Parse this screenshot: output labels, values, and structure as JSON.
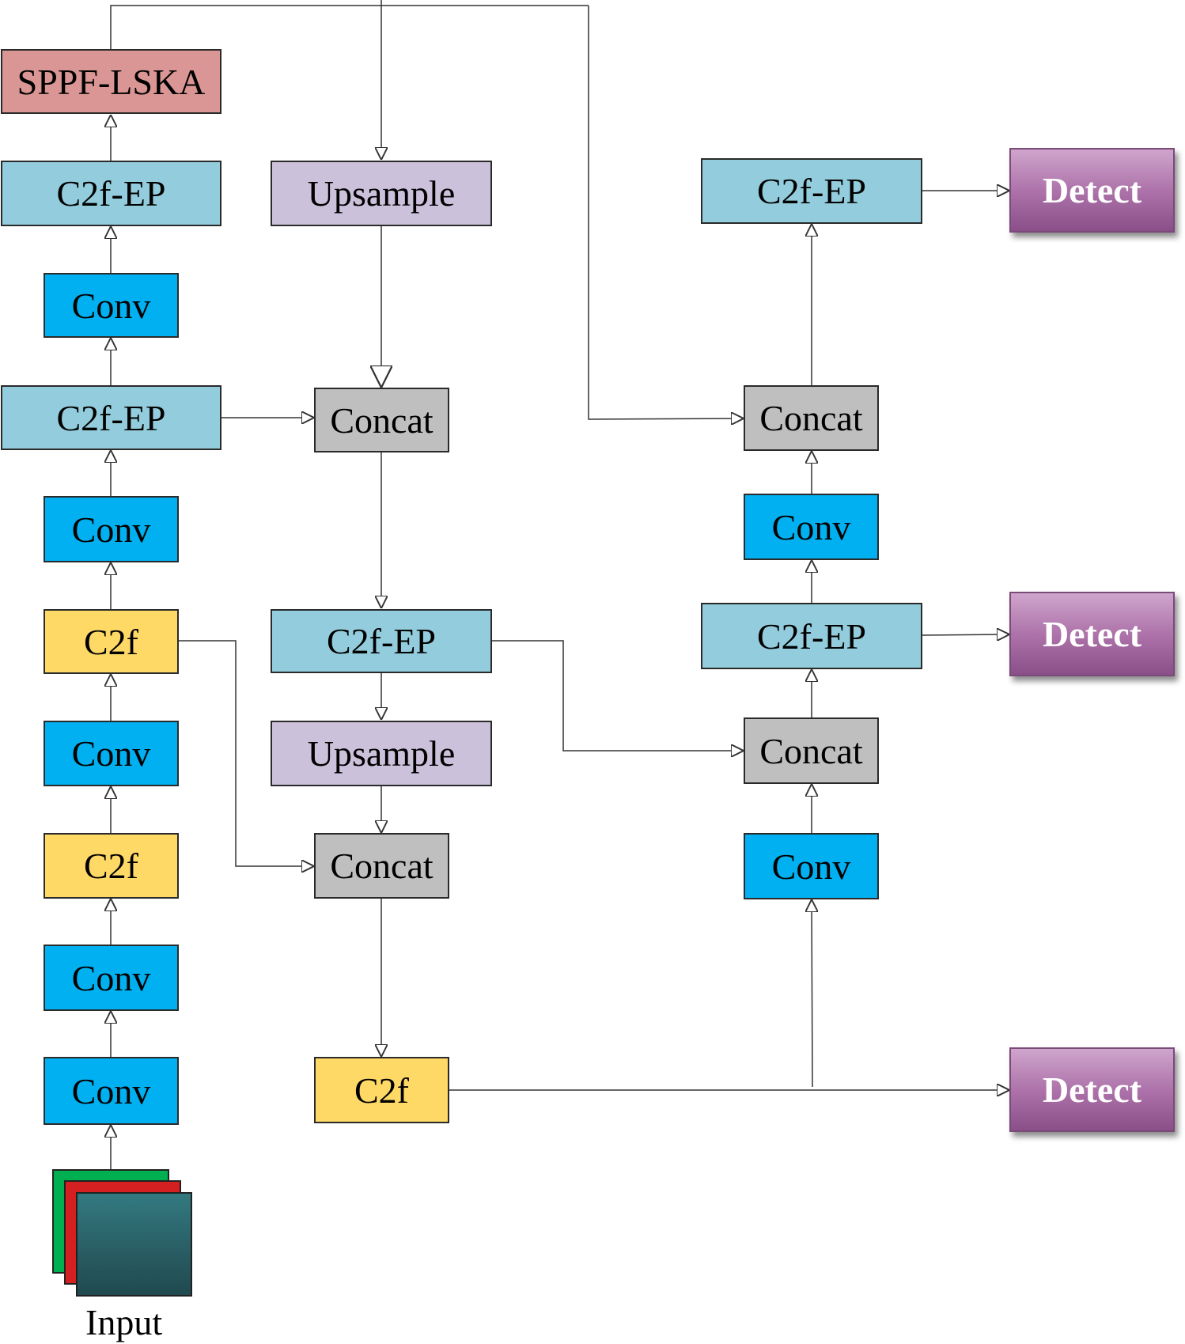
{
  "backbone": {
    "sppf_lska": "SPPF-LSKA",
    "c2f_ep_top": "C2f-EP",
    "conv_4": "Conv",
    "c2f_ep_mid": "C2f-EP",
    "conv_3": "Conv",
    "c2f_2": "C2f",
    "conv_2": "Conv",
    "c2f_1": "C2f",
    "conv_1": "Conv",
    "conv_0": "Conv",
    "input_label": "Input"
  },
  "neck_up": {
    "upsample_1": "Upsample",
    "concat_1": "Concat",
    "c2f_ep": "C2f-EP",
    "upsample_2": "Upsample",
    "concat_2": "Concat",
    "c2f": "C2f"
  },
  "neck_down": {
    "c2f_ep_top": "C2f-EP",
    "concat_top": "Concat",
    "conv_top": "Conv",
    "c2f_ep_mid": "C2f-EP",
    "concat_mid": "Concat",
    "conv_bottom": "Conv"
  },
  "heads": {
    "detect_large": "Detect",
    "detect_medium": "Detect",
    "detect_small": "Detect"
  },
  "colors": {
    "sppf_lska": "#d99694",
    "c2f_ep": "#93cddd",
    "conv": "#00b0f0",
    "c2f": "#ffd966",
    "upsample": "#ccc1da",
    "concat": "#bfbfbf",
    "detect": "#a066a0",
    "input_channels": [
      "#00b050",
      "#e02020",
      "#2e6b70"
    ]
  }
}
